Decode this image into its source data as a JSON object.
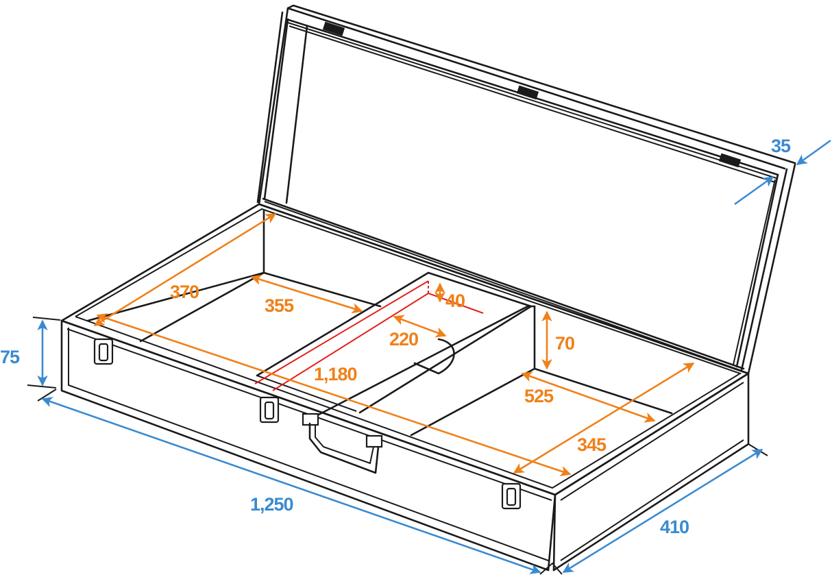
{
  "diagram": {
    "subject": "Open flight case with divided interior compartments",
    "colors": {
      "outline": "#1a1a1a",
      "inner_dimension": "#f08019",
      "outer_dimension": "#3a8ad0",
      "recess_marking": "#e32119",
      "background": "#ffffff"
    },
    "outer_dimensions": {
      "length": "1,250",
      "depth": "410",
      "height": "75",
      "lid_depth": "35"
    },
    "inner_dimensions": {
      "total_length": "1,180",
      "depth": "370",
      "left_compartment_width": "355",
      "middle_slot_width": "220",
      "middle_slot_depth": "40",
      "right_compartment_height": "70",
      "right_compartment_width": "525",
      "right_compartment_depth": "345"
    },
    "parts": [
      "lid",
      "base",
      "latches",
      "handle",
      "hinges",
      "divider",
      "recess"
    ]
  }
}
